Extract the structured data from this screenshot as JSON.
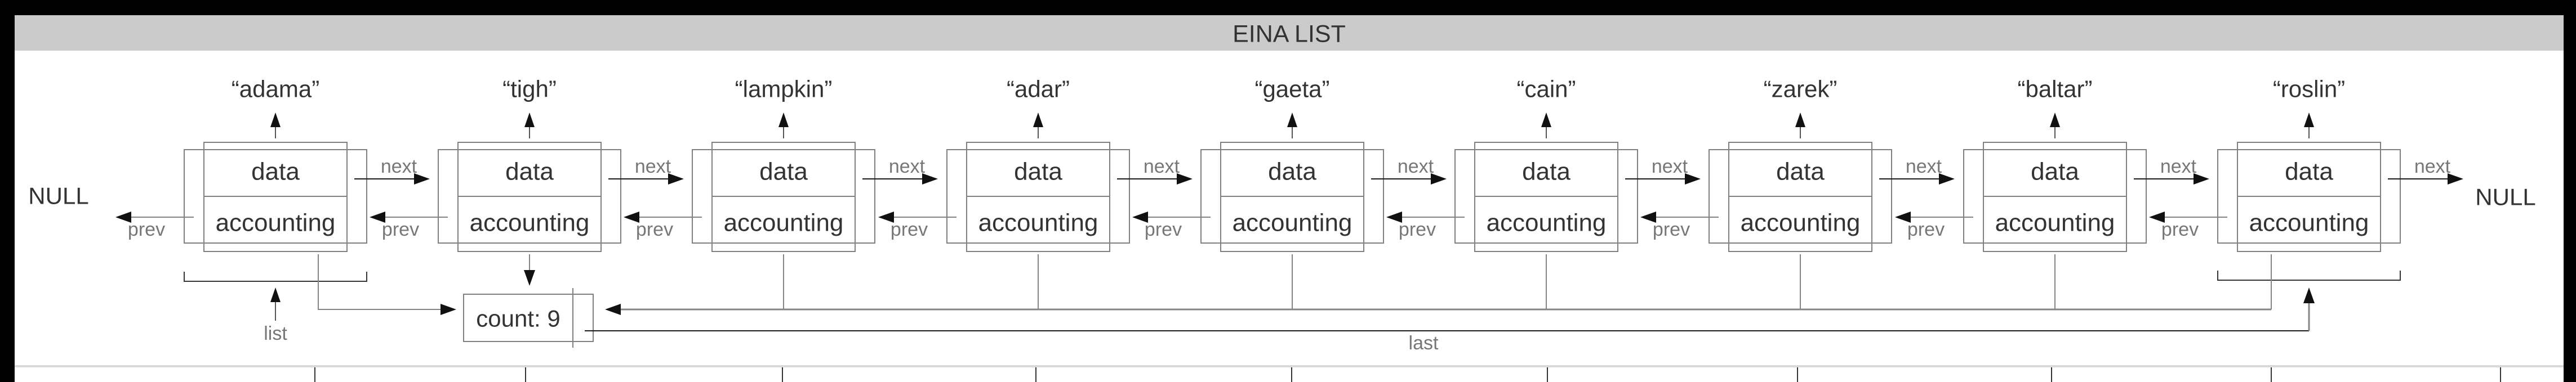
{
  "title_bar": {
    "title": "EINA LIST"
  },
  "diagram": {
    "left_null": "NULL",
    "right_null": "NULL",
    "cell_data": "data",
    "cell_accounting": "accounting",
    "nodes": [
      {
        "label": "“adama”"
      },
      {
        "label": "“tigh”"
      },
      {
        "label": "“lampkin”"
      },
      {
        "label": "“adar”"
      },
      {
        "label": "“gaeta”"
      },
      {
        "label": "“cain”"
      },
      {
        "label": "“zarek”"
      },
      {
        "label": "“baltar”"
      },
      {
        "label": "“roslin”"
      }
    ],
    "edge_labels": {
      "next": "next",
      "prev": "prev"
    },
    "pointers": {
      "list": "list",
      "last": "last"
    },
    "count_box": {
      "text": "count: 9"
    }
  },
  "colors": {
    "border_black": "#000000",
    "title_bg": "#cbcbcb",
    "title_text": "#333333",
    "box_stroke": "#808080",
    "dark_text": "#333333",
    "label_gray": "#777777",
    "next_line": "#1a1a1a",
    "prev_line": "#858585",
    "bracket": "#333333",
    "arrowhead": "#111111",
    "bottom_rule": "#d9d9d9"
  }
}
